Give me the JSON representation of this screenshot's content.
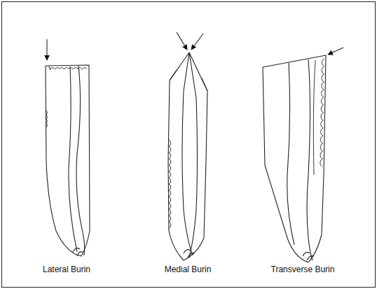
{
  "diagram": {
    "labels": [
      "Lateral Burin",
      "Medial Burin",
      "Transverse Burin"
    ]
  }
}
